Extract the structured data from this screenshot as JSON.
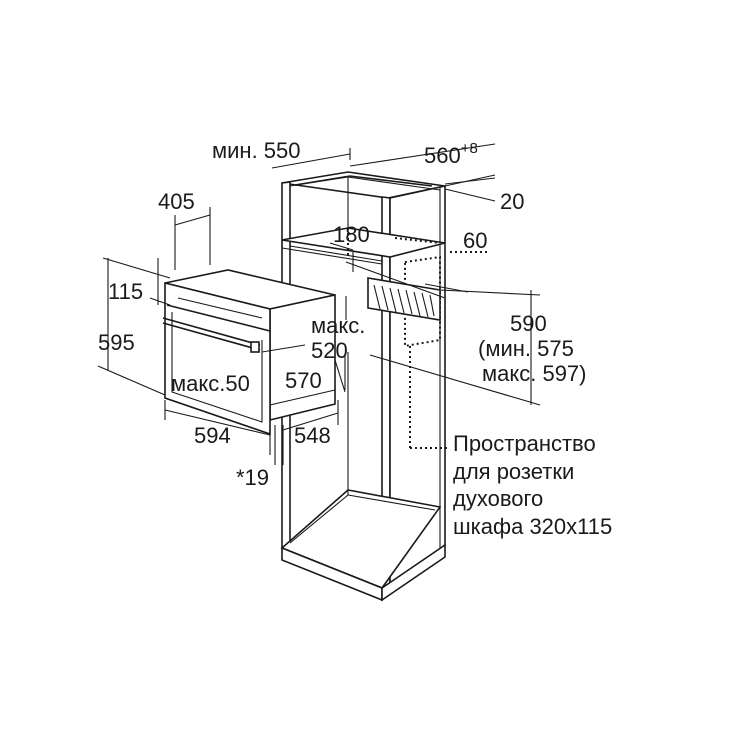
{
  "labels": {
    "min_width": "мин. 550",
    "cab_width_base": "560",
    "cab_width_sup": "+8",
    "back_gap": "20",
    "oven_depth": "405",
    "shelf_depth": "180",
    "vent": "60",
    "panel_height": "115",
    "oven_height": "595",
    "max_label": "макс.",
    "max_depth": "520",
    "max_gap": "макс.50",
    "niche_depth": "570",
    "niche_height": "590",
    "niche_min": "(мин. 575",
    "niche_max": "макс. 597)",
    "oven_width": "594",
    "body_depth": "548",
    "front_thickness": "*19",
    "socket_line1": "Пространство",
    "socket_line2": "для розетки",
    "socket_line3": "духового",
    "socket_line4": "шкафа 320x115"
  }
}
